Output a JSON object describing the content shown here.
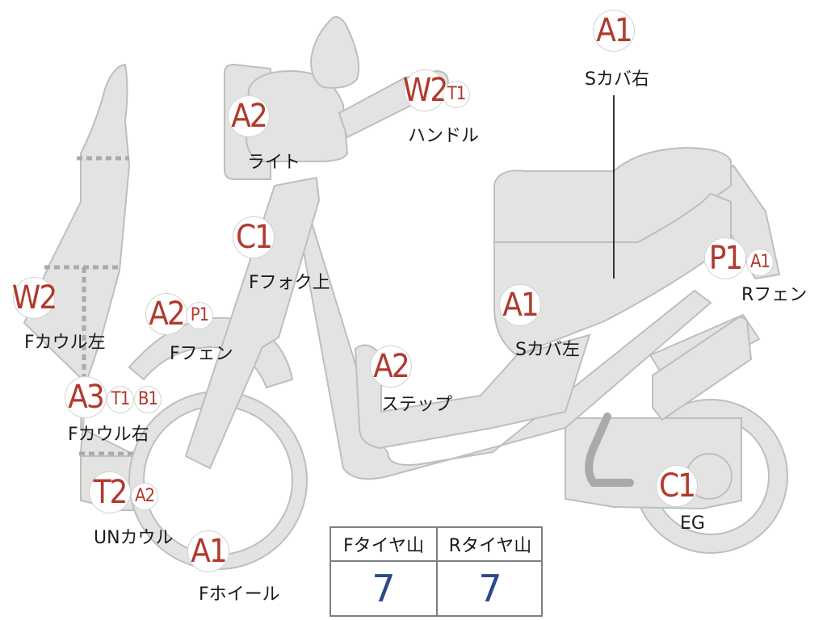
{
  "parts": [
    {
      "id": "s-cover-right",
      "label": "Sカバ右",
      "badges": [
        "A1"
      ]
    },
    {
      "id": "handle",
      "label": "ハンドル",
      "badges": [
        "W2",
        "T1"
      ]
    },
    {
      "id": "light",
      "label": "ライト",
      "badges": [
        "A2"
      ]
    },
    {
      "id": "f-fork-upper",
      "label": "Fフォク上",
      "badges": [
        "C1"
      ]
    },
    {
      "id": "r-fender",
      "label": "Rフェン",
      "badges": [
        "P1",
        "A1"
      ]
    },
    {
      "id": "f-cowl-left",
      "label": "Fカウル左",
      "badges": [
        "W2"
      ]
    },
    {
      "id": "f-fender",
      "label": "Fフェン",
      "badges": [
        "A2",
        "P1"
      ]
    },
    {
      "id": "s-cover-left",
      "label": "Sカバ左",
      "badges": [
        "A1"
      ]
    },
    {
      "id": "step",
      "label": "ステップ",
      "badges": [
        "A2"
      ]
    },
    {
      "id": "f-cowl-right",
      "label": "Fカウル右",
      "badges": [
        "A3",
        "T1",
        "B1"
      ]
    },
    {
      "id": "un-cowl",
      "label": "UNカウル",
      "badges": [
        "T2",
        "A2"
      ]
    },
    {
      "id": "eg",
      "label": "EG",
      "badges": [
        "C1"
      ]
    },
    {
      "id": "f-wheel",
      "label": "Fホイール",
      "badges": [
        "A1"
      ]
    }
  ],
  "tire_table": {
    "headers": [
      "Fタイヤ山",
      "Rタイヤ山"
    ],
    "values": [
      "7",
      "7"
    ]
  },
  "colors": {
    "body_fill": "#e3e4e2",
    "body_outline": "#bdbfbc",
    "grade_text": "#b03a2e",
    "table_value": "#2a4a8c",
    "table_border": "#7c8083"
  }
}
